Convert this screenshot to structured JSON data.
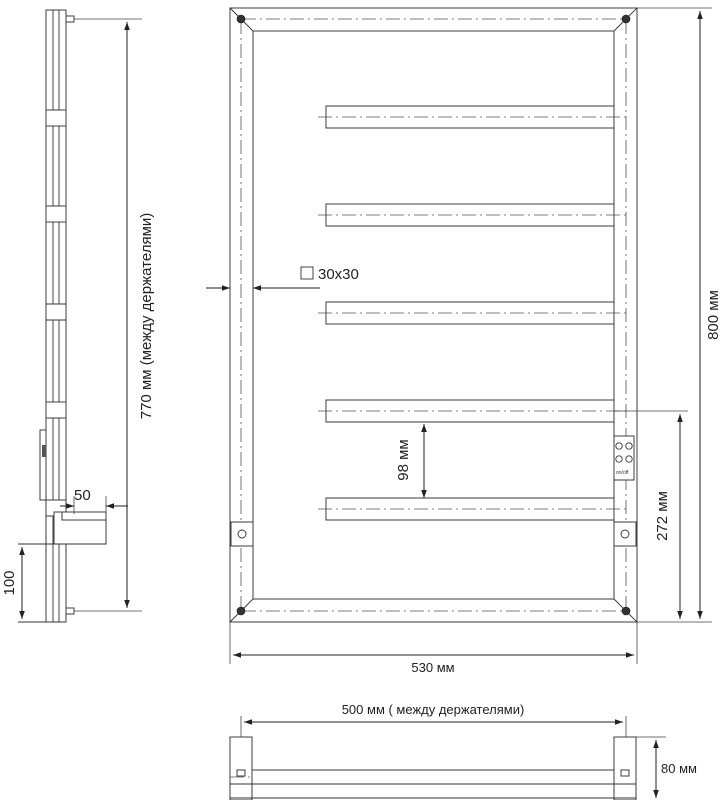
{
  "dimensions": {
    "front_height": "800 мм",
    "front_width": "530 мм",
    "profile": "30х30",
    "bar_spacing": "98 мм",
    "connection_height": "272 мм",
    "side_holder_spacing": "770 мм (между держателями)",
    "wall_offset": "50",
    "connector_height": "100",
    "top_holder_spacing": "500 мм ( между держателями)",
    "depth": "80 мм"
  },
  "switch_label": "on/off",
  "colors": {
    "line": "#3c3c3c",
    "background": "#ffffff"
  }
}
